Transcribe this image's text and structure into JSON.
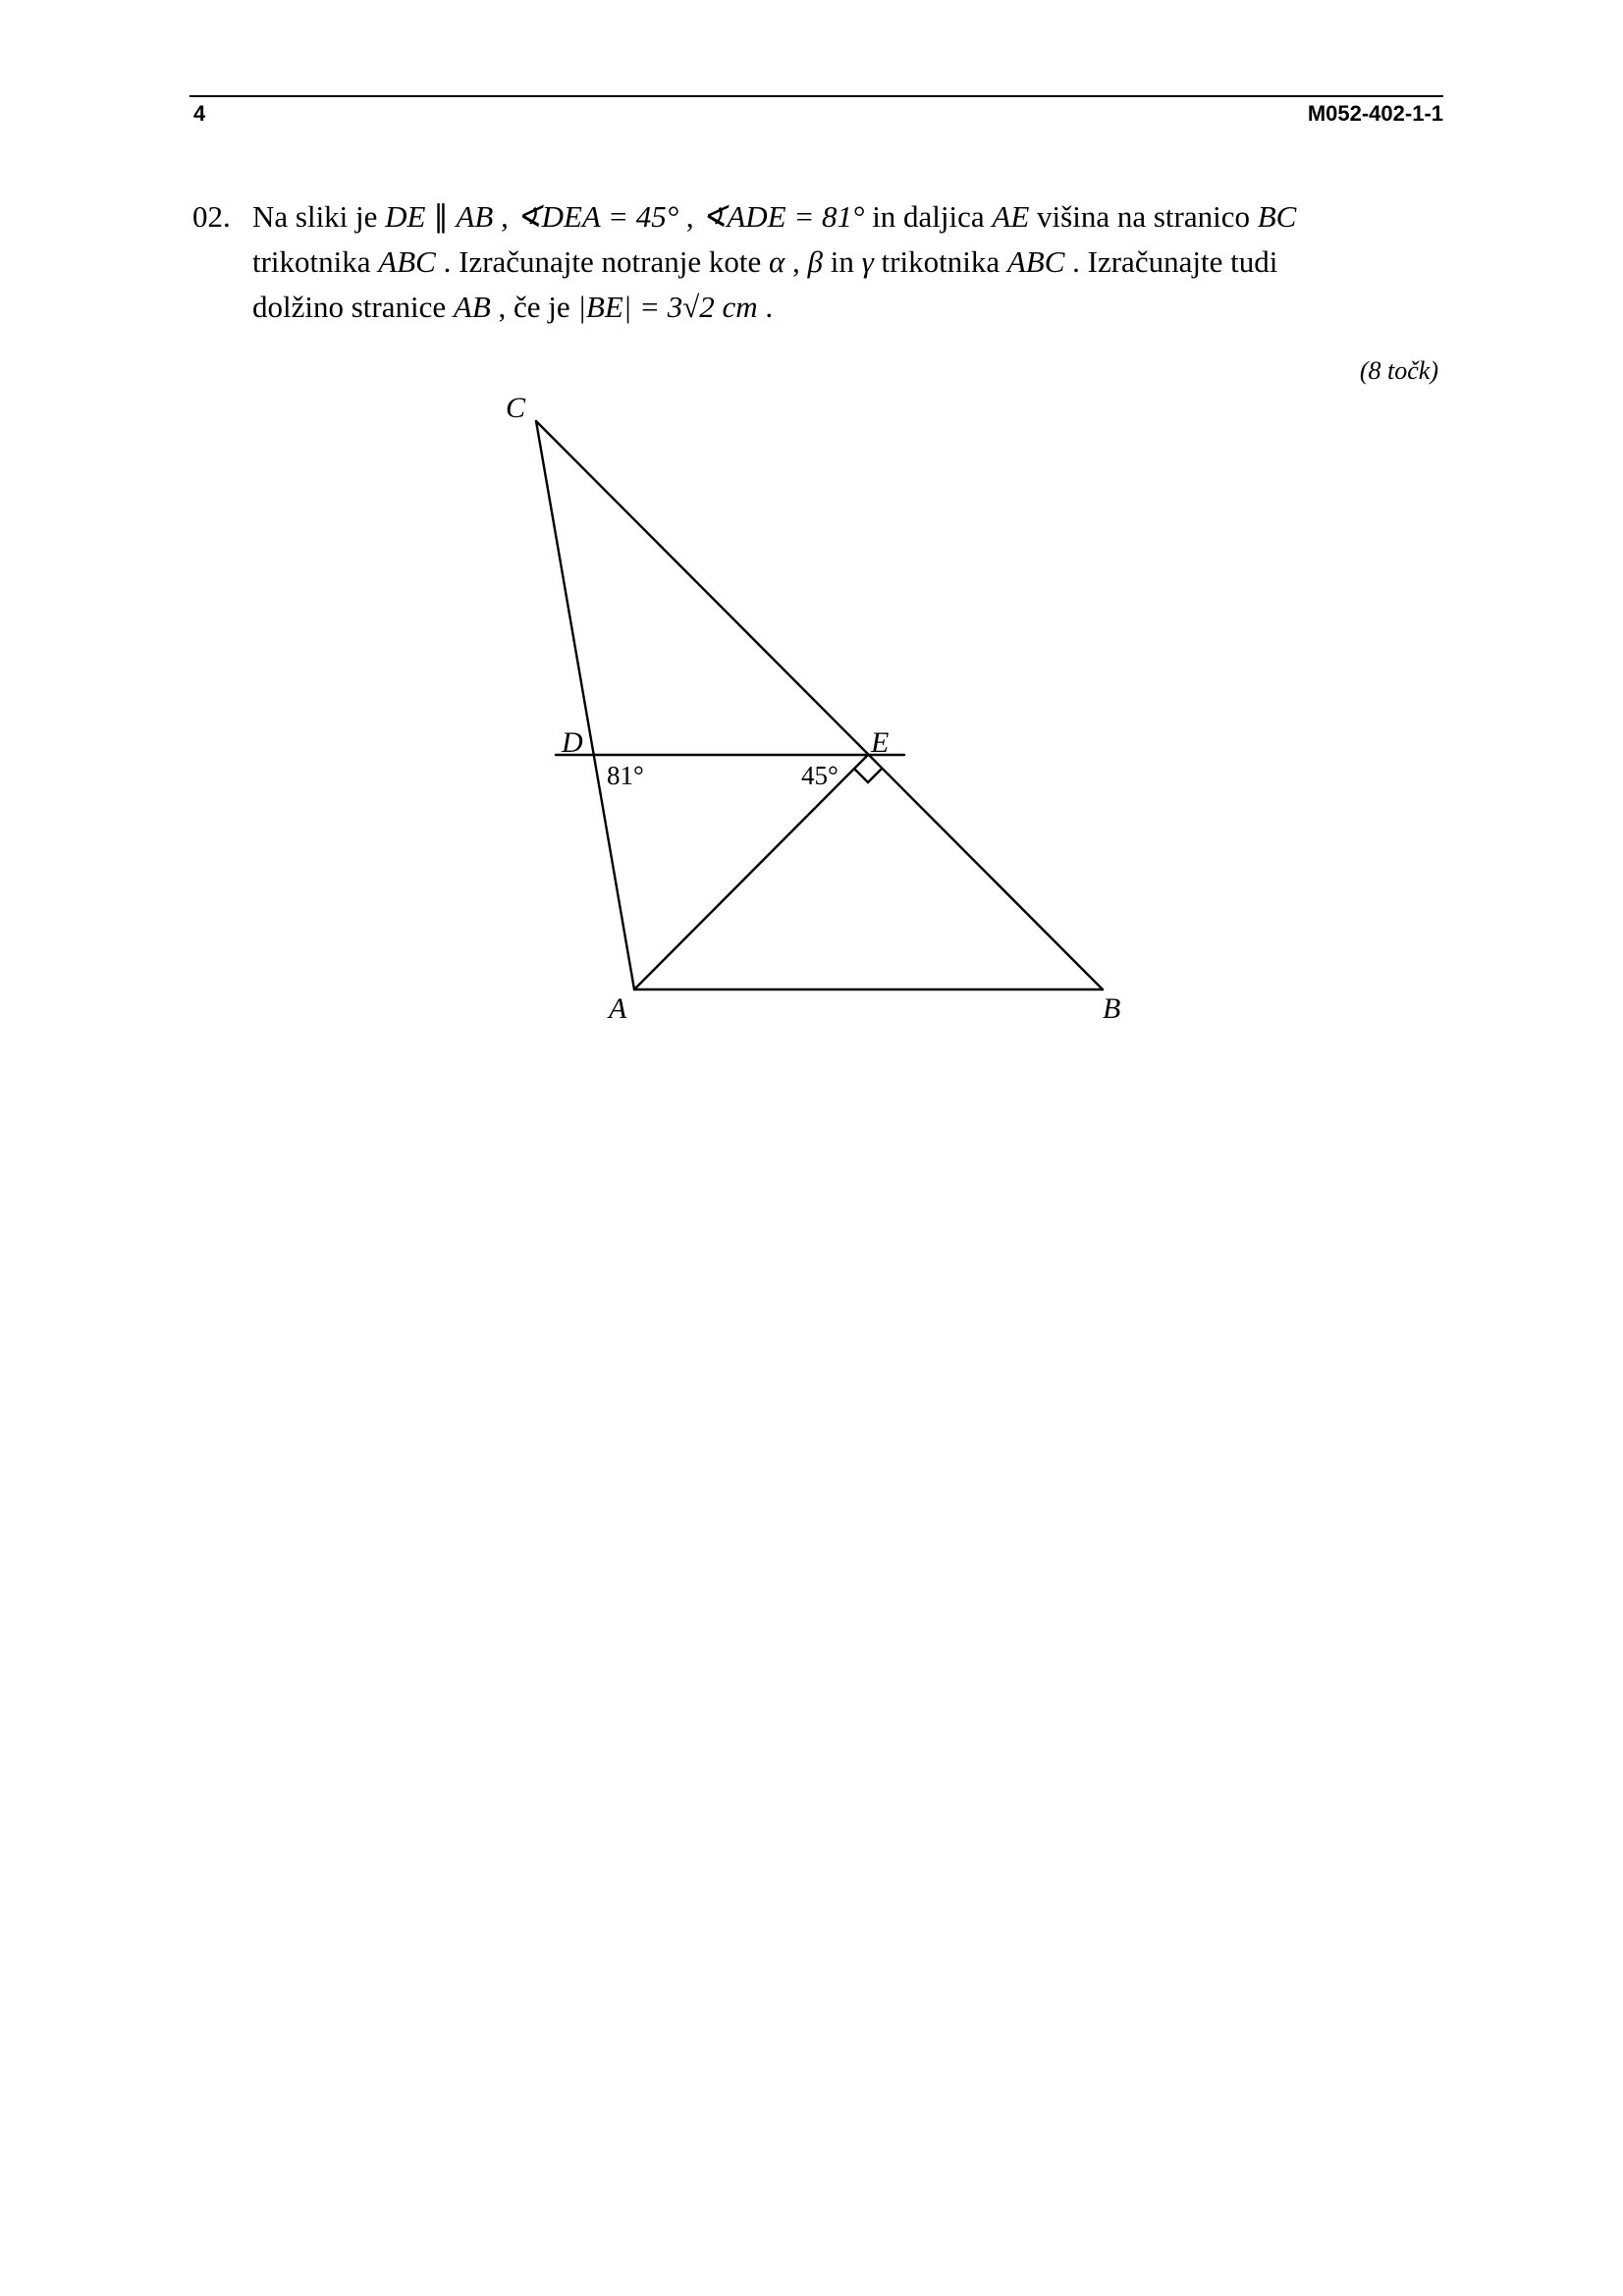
{
  "header": {
    "page_number": "4",
    "doc_code": "M052-402-1-1"
  },
  "task": {
    "number": "02.",
    "line1": {
      "t1": "Na sliki je ",
      "de": "DE",
      "parallel": " ∥ ",
      "ab": "AB",
      "t2": " , ",
      "angle1": "∢DEA = 45°",
      "t3": " , ",
      "angle2": "∢ADE = 81°",
      "t4": " in daljica ",
      "ae": "AE",
      "t5": " višina na stranico ",
      "bc": "BC"
    },
    "line2": {
      "t1": "trikotnika ",
      "abc1": "ABC",
      "t2": " . Izračunajte notranje kote ",
      "alpha": "α",
      "t3": " , ",
      "beta": "β",
      "t4": " in ",
      "gamma": "γ",
      "t5": " trikotnika ",
      "abc2": "ABC",
      "t6": " . Izračunajte tudi"
    },
    "line3": {
      "t1": "dolžino stranice ",
      "ab": "AB",
      "t2": " , če je ",
      "expr": "|BE| = 3√2 cm",
      "t3": " ."
    },
    "points": "(8 točk)"
  },
  "figure": {
    "labels": {
      "C": "C",
      "D": "D",
      "E": "E",
      "A": "A",
      "B": "B"
    },
    "angles": {
      "at_D": "81°",
      "at_E": "45°"
    }
  }
}
